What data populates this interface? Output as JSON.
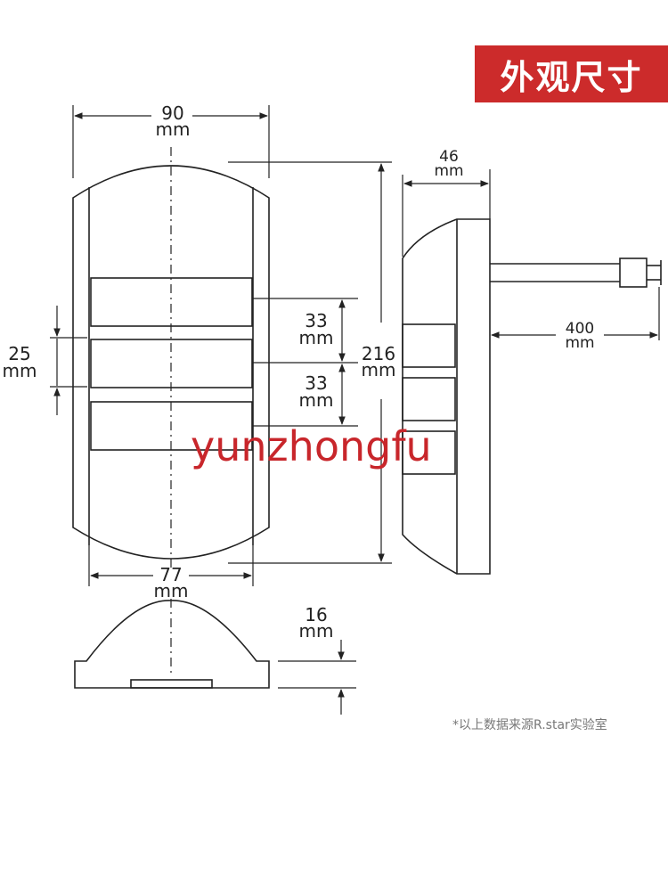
{
  "header": {
    "title": "外观尺寸"
  },
  "dimensions": {
    "top_width": {
      "value": "90",
      "unit": "mm"
    },
    "bottom_width": {
      "value": "77",
      "unit": "mm"
    },
    "left_height": {
      "value": "25",
      "unit": "mm"
    },
    "section_1": {
      "value": "33",
      "unit": "mm"
    },
    "section_2": {
      "value": "33",
      "unit": "mm"
    },
    "total_height": {
      "value": "216",
      "unit": "mm"
    },
    "depth": {
      "value": "46",
      "unit": "mm"
    },
    "cable": {
      "value": "400",
      "unit": "mm"
    },
    "base_height": {
      "value": "16",
      "unit": "mm"
    }
  },
  "watermark": "yunzhongfu",
  "footnote": "*以上数据来源R.star实验室",
  "colors": {
    "badge": "#cc2b2b",
    "watermark": "#c8262b",
    "line": "#222222"
  }
}
